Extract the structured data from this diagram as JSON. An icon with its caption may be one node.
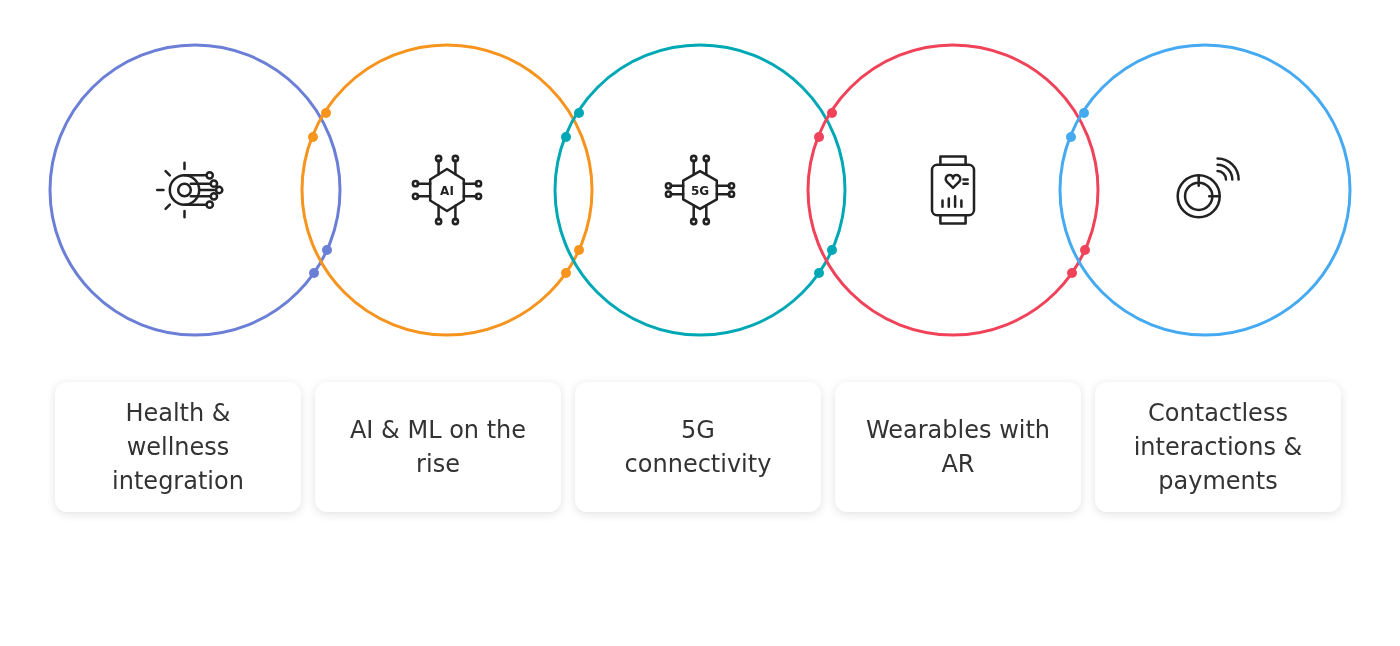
{
  "diagram": {
    "nodes": [
      {
        "text": [],
        "shape": "circle"
      },
      {
        "text": [],
        "shape": "circle"
      },
      {
        "text": [],
        "shape": "circle"
      },
      {
        "text": [],
        "shape": "circle"
      },
      {
        "text": [],
        "shape": "circle"
      },
      {
        "text": [
          "Health & wellness integration"
        ]
      },
      {
        "text": [
          "AI & ML on the rise"
        ]
      },
      {
        "text": [
          "5G connectivity"
        ]
      },
      {
        "text": [
          "Wearables with AR"
        ]
      },
      {
        "text": [
          "Contactless interactions & payments"
        ]
      }
    ],
    "edges": [],
    "labels": [
      "AI",
      "5G"
    ]
  }
}
